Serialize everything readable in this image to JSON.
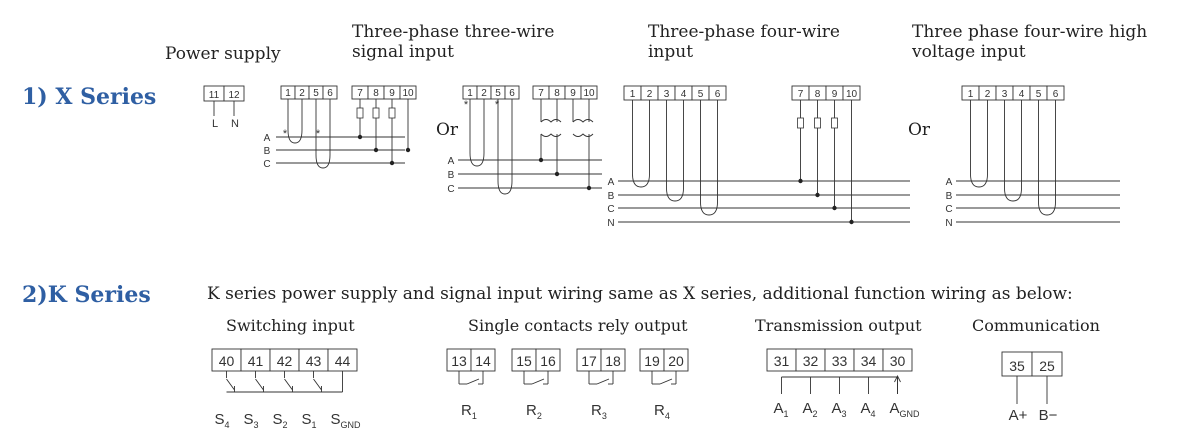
{
  "series": {
    "x": "1) X Series",
    "k": "2)K Series"
  },
  "x_section": {
    "power_supply": {
      "title": "Power supply",
      "terminals": [
        "11",
        "12"
      ],
      "labels": [
        "L",
        "N"
      ]
    },
    "three_phase_three_wire": {
      "title_line1": "Three-phase three-wire",
      "title_line2": "signal input",
      "block_a": [
        "1",
        "2",
        "5",
        "6"
      ],
      "block_b": [
        "7",
        "8",
        "9",
        "10"
      ],
      "block_c": [
        "1",
        "2",
        "5",
        "6"
      ],
      "block_d": [
        "7",
        "8",
        "9",
        "10"
      ],
      "or_label": "Or",
      "phase_labels": [
        "A",
        "B",
        "C"
      ],
      "polarity_mark": "*"
    },
    "three_phase_four_wire": {
      "title_line1": "Three-phase four-wire",
      "title_line2": "input",
      "block_a": [
        "1",
        "2",
        "3",
        "4",
        "5",
        "6"
      ],
      "block_b": [
        "7",
        "8",
        "9",
        "10"
      ],
      "phase_labels": [
        "A",
        "B",
        "C",
        "N"
      ]
    },
    "three_phase_four_wire_hv": {
      "title_line1": "Three phase four-wire high",
      "title_line2": "voltage input",
      "or_label": "Or",
      "block_a": [
        "1",
        "2",
        "3",
        "4",
        "5",
        "6"
      ],
      "phase_labels": [
        "A",
        "B",
        "C",
        "N"
      ]
    }
  },
  "k_section": {
    "note": "K series power supply and signal input wiring same as X series, additional function wiring as below:",
    "switching_input": {
      "title": "Switching input",
      "terminals": [
        "40",
        "41",
        "42",
        "43",
        "44"
      ],
      "labels": [
        "S",
        "S",
        "S",
        "S",
        "S"
      ],
      "subs": [
        "4",
        "3",
        "2",
        "1",
        "GND"
      ]
    },
    "relay_output": {
      "title": "Single contacts rely output",
      "pairs": [
        [
          "13",
          "14"
        ],
        [
          "15",
          "16"
        ],
        [
          "17",
          "18"
        ],
        [
          "19",
          "20"
        ]
      ],
      "labels": [
        "R",
        "R",
        "R",
        "R"
      ],
      "subs": [
        "1",
        "2",
        "3",
        "4"
      ]
    },
    "transmission_output": {
      "title": "Transmission output",
      "terminals": [
        "31",
        "32",
        "33",
        "34",
        "30"
      ],
      "labels": [
        "A",
        "A",
        "A",
        "A",
        "A"
      ],
      "subs": [
        "1",
        "2",
        "3",
        "4",
        "GND"
      ]
    },
    "communication": {
      "title": "Communication",
      "terminals": [
        "35",
        "25"
      ],
      "labels": [
        "A+",
        "B−"
      ]
    }
  }
}
